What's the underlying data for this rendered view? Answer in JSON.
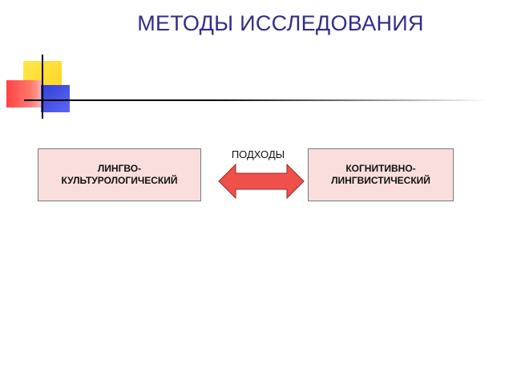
{
  "slide": {
    "title": "МЕТОДЫ ИССЛЕДОВАНИЯ"
  },
  "diagram": {
    "left_box": "ЛИНГВО-КУЛЬТУРОЛОГИЧЕСКИЙ",
    "right_box": "КОГНИТИВНО-ЛИНГВИСТИЧЕСКИЙ",
    "connector_label": "ПОДХОДЫ"
  },
  "colors": {
    "title": "#2e2e8a",
    "box_fill": "#fadede",
    "arrow_fill": "#f0504a",
    "deco_yellow": "#ffe03a",
    "deco_red": "#ff4040",
    "deco_blue": "#3a48e0"
  }
}
